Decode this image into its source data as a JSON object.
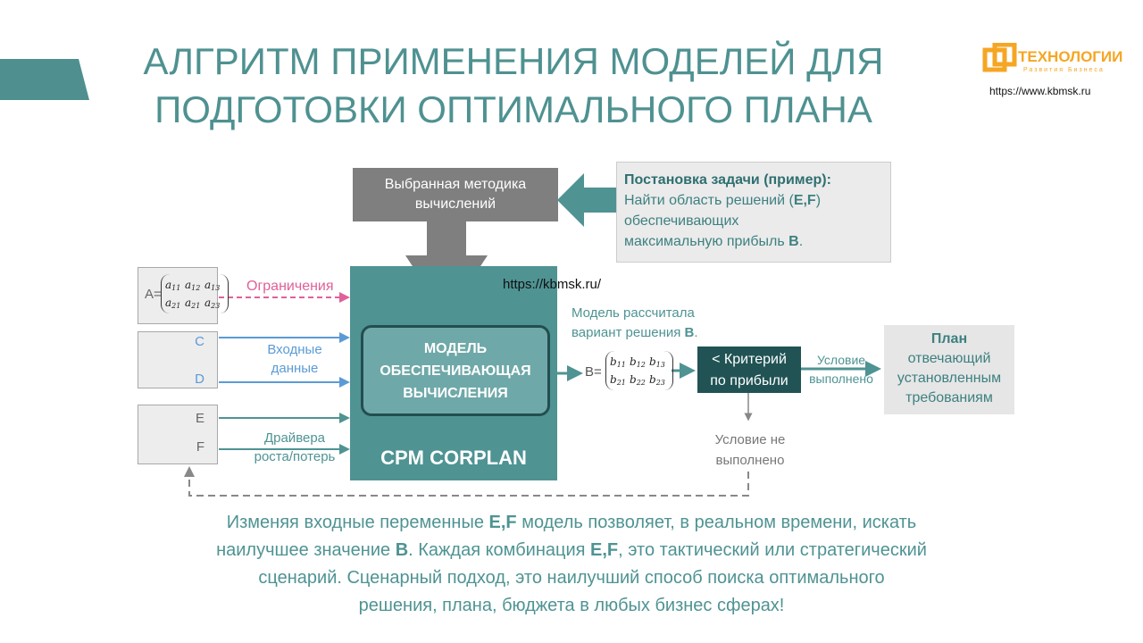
{
  "title": {
    "line1": "АЛГРИТМ ПРИМЕНЕНИЯ МОДЕЛЕЙ ДЛЯ",
    "line2": "ПОДГОТОВКИ ОПТИМАЛЬНОГО ПЛАНА"
  },
  "logo": {
    "name": "ТЕХНОЛОГИИ",
    "tagline": "Развития Бизнеса",
    "url": "https://www.kbmsk.ru"
  },
  "method": {
    "line1": "Выбранная методика",
    "line2": "вычислений"
  },
  "task": {
    "heading": "Постановка задачи (пример):",
    "line1_a": "Найти область решений (",
    "ef": "E,F",
    "line1_b": ")",
    "line2": "обеспечивающих",
    "line3_a": "максимальную прибыль ",
    "b": "B",
    "dot": "."
  },
  "watermark_url": "https://kbmsk.ru/",
  "inputs": {
    "a_label": "A=",
    "a_matrix": [
      "a11",
      "a12",
      "a13",
      "a21",
      "a21",
      "a23"
    ],
    "c": "C",
    "d": "D",
    "e": "E",
    "f": "F",
    "constraints": "Ограничения",
    "input_data_1": "Входные",
    "input_data_2": "данные",
    "drivers_1": "Драйвера",
    "drivers_2": "роста/потерь"
  },
  "model": {
    "line1": "МОДЕЛЬ",
    "line2": "ОБЕСПЕЧИВАЮЩАЯ",
    "line3": "ВЫЧИСЛЕНИЯ",
    "product": "CPM CORPLAN"
  },
  "result": {
    "line1": "Модель рассчитала",
    "line2_a": "вариант решения ",
    "b": "B",
    "dot": ".",
    "b_label": "B=",
    "b_matrix": [
      "b11",
      "b12",
      "b13",
      "b21",
      "b22",
      "b23"
    ]
  },
  "criterion": {
    "line1": "<  Критерий",
    "line2": "по прибыли"
  },
  "condition_met": {
    "line1": "Условие",
    "line2": "выполнено"
  },
  "condition_not_met": {
    "line1": "Условие не",
    "line2": "выполнено"
  },
  "plan": {
    "heading": "План",
    "line1": "отвечающий",
    "line2": "установленным",
    "line3": "требованиям"
  },
  "bottom": {
    "l1a": "Изменяя входные переменные ",
    "l1b": "E,F",
    "l1c": " модель позволяет, в реальном времени, искать",
    "l2a": "наилучшее значение ",
    "l2b": "B",
    "l2c": ". Каждая комбинация ",
    "l2d": "E,F",
    "l2e": ", это тактический или стратегический",
    "l3": "сценарий. Сценарный подход, это наилучший способ поиска оптимального",
    "l4": "решения, плана, бюджета в любых бизнес сферах!"
  },
  "colors": {
    "teal": "#4f9393",
    "dark_teal": "#215355",
    "pink": "#e0609a",
    "blue": "#5b9bd5",
    "gray": "#7f7f7f",
    "orange": "#f5a623"
  }
}
